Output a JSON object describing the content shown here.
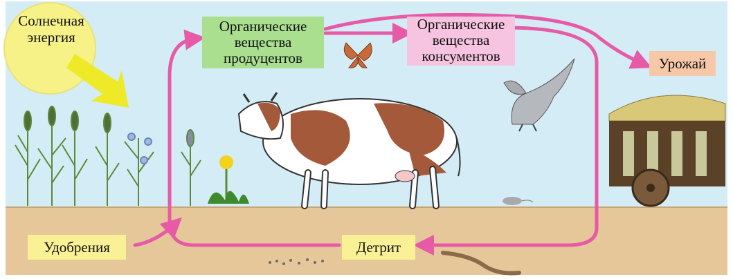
{
  "labels": {
    "solar_line1": "Солнечная",
    "solar_line2": "энергия",
    "producers_line1": "Органические",
    "producers_line2": "вещества",
    "producers_line3": "продуцентов",
    "consumers_line1": "Органические",
    "consumers_line2": "вещества",
    "consumers_line3": "консументов",
    "harvest": "Урожай",
    "fertilizers": "Удобрения",
    "detritus": "Детрит"
  },
  "colors": {
    "sky": "#d3ecf6",
    "soil": "#e6c79a",
    "arrow": "#e75aa6",
    "sun": "#f7f287",
    "sunbeam": "#f1ec2a",
    "producers_box": "#a9df8f",
    "consumers_box": "#f6c4e0",
    "harvest_box": "#f7c8a8",
    "yellow_box": "#faf196"
  },
  "icons": [
    "sun-icon",
    "sunbeam-arrow-icon",
    "cereal-plants-icon",
    "dandelion-icon",
    "cow-icon",
    "butterfly-icon",
    "hawk-icon",
    "mouse-icon",
    "earthworm-icon",
    "hay-cart-icon"
  ]
}
